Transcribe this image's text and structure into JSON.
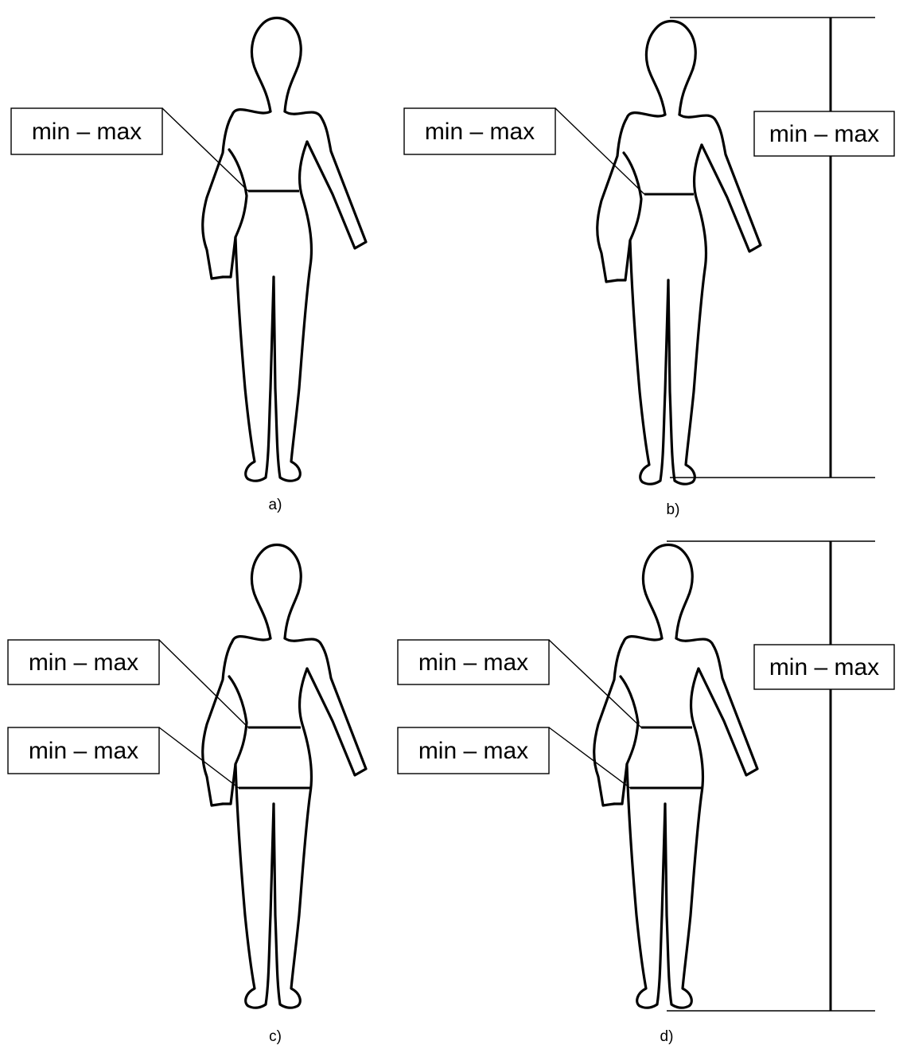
{
  "panels": [
    {
      "caption": "a)",
      "labels": [
        "min – max"
      ]
    },
    {
      "caption": "b)",
      "labels": [
        "min – max",
        "min – max"
      ]
    },
    {
      "caption": "c)",
      "labels": [
        "min – max",
        "min – max"
      ]
    },
    {
      "caption": "d)",
      "labels": [
        "min – max",
        "min – max",
        "min – max"
      ]
    }
  ]
}
